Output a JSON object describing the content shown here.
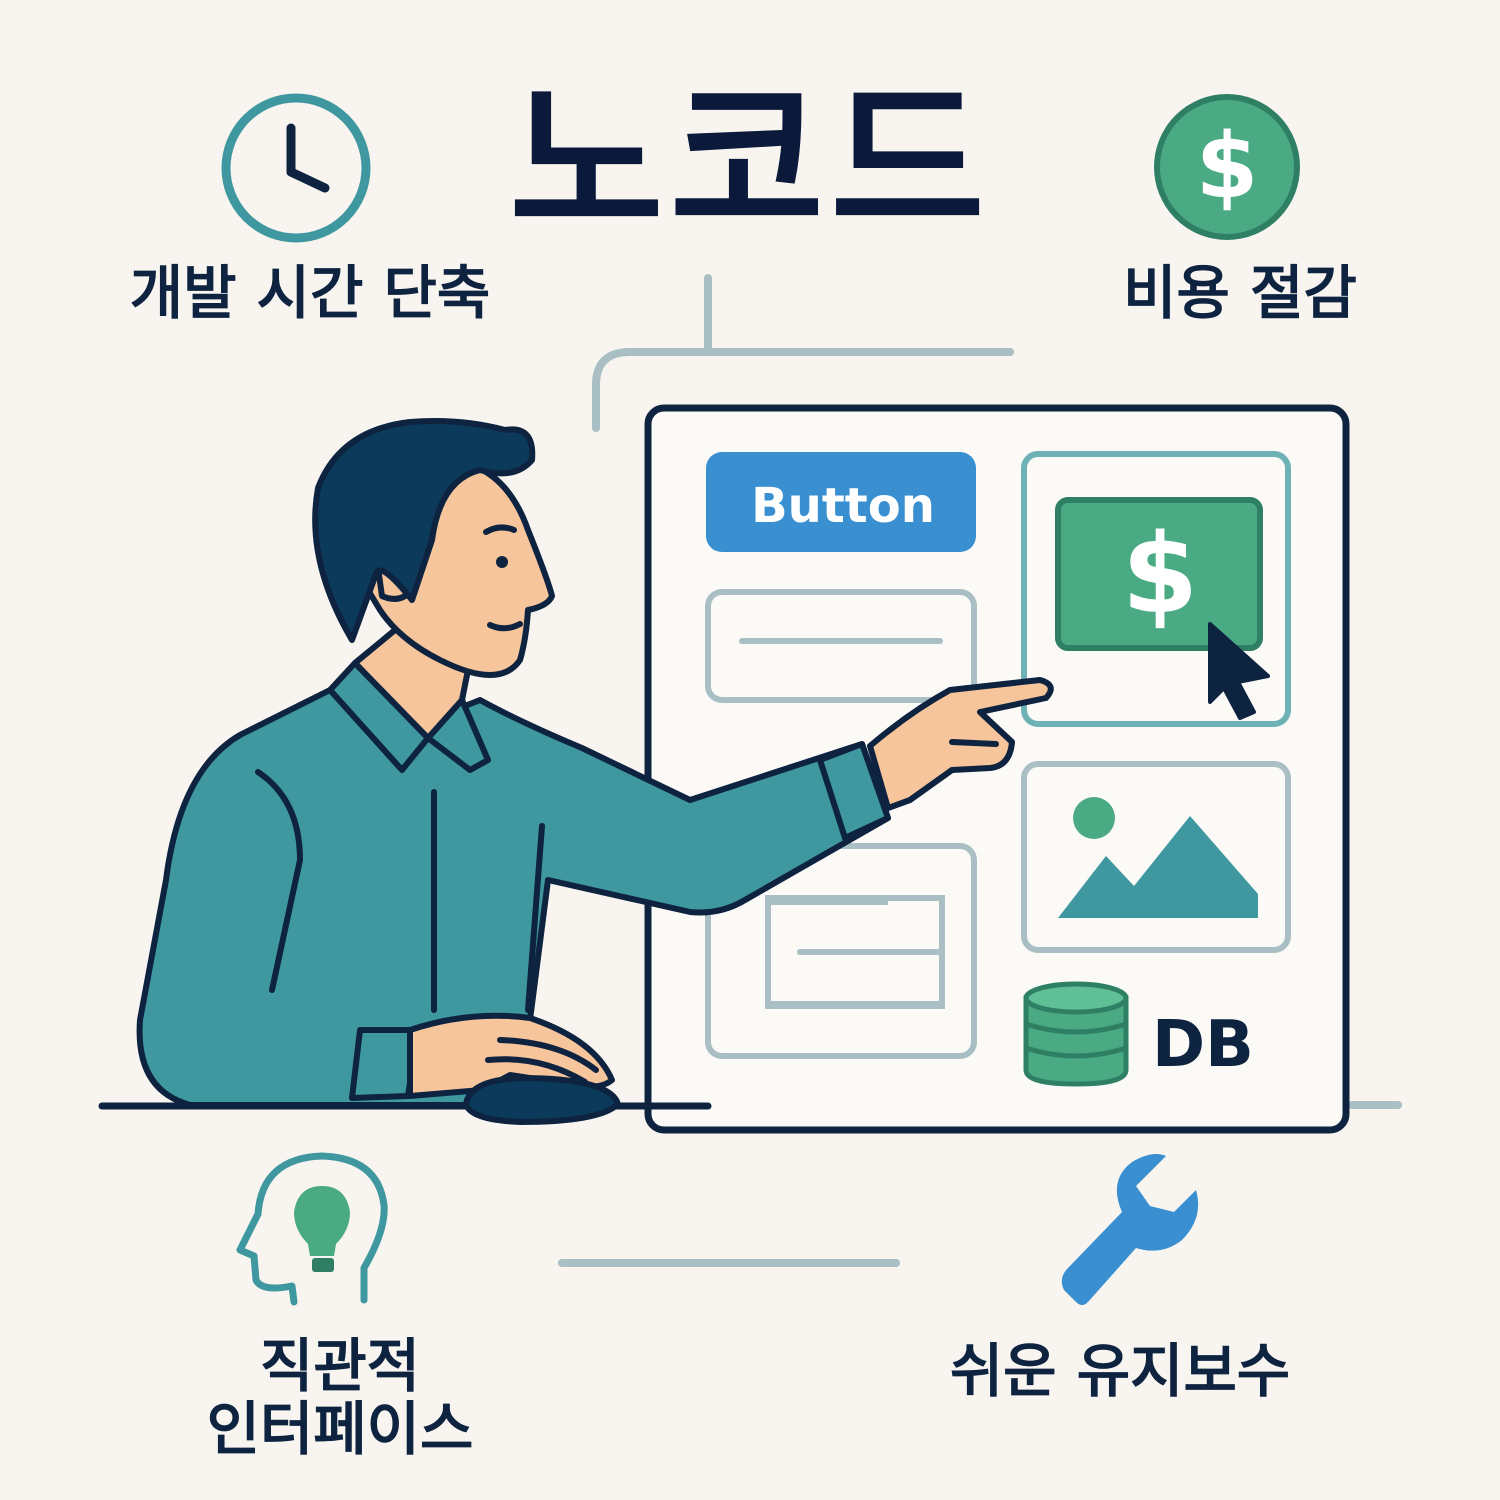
{
  "title": "노코드",
  "features": {
    "dev_time": "개발 시간 단축",
    "cost": "비용 절감",
    "intuitive_line1": "직관적",
    "intuitive_line2": "인터페이스",
    "maintenance": "쉬운 유지보수"
  },
  "panel": {
    "button_label": "Button",
    "db_label": "DB"
  },
  "colors": {
    "background": "#f8f5f0",
    "navy": "#0b1a3a",
    "teal": "#3f97a0",
    "green": "#4aaa84",
    "blue": "#3a8fd0",
    "skin": "#f6c59b"
  },
  "icons": {
    "dev_time": "clock-icon",
    "cost": "dollar-coin-icon",
    "intuitive": "head-lightbulb-icon",
    "maintenance": "wrench-icon",
    "cursor": "mouse-pointer-icon",
    "database": "database-icon",
    "image": "image-placeholder-icon"
  }
}
